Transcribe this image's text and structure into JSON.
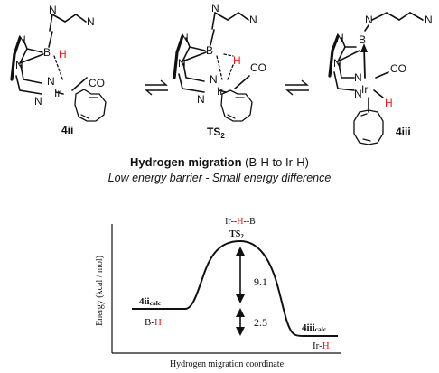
{
  "molecules": [
    {
      "id": "4ii",
      "atoms": {
        "n1": "N",
        "n2": "N",
        "n3": "N",
        "b": "B",
        "h": "H",
        "n4": "N",
        "n5": "N",
        "ir": "Ir",
        "co": "CO",
        "n6": "N"
      },
      "label": "4ii"
    },
    {
      "id": "TS2",
      "atoms": {
        "n1": "N",
        "n2": "N",
        "n3": "N",
        "b": "B",
        "h": "H",
        "n4": "N",
        "n5": "N",
        "ir": "Ir",
        "co": "CO",
        "n6": "N"
      },
      "label_main": "TS",
      "label_sub": "2"
    },
    {
      "id": "4iii",
      "atoms": {
        "n1": "N",
        "n2": "N",
        "n3": "N",
        "b": "B",
        "h": "H",
        "n4": "N",
        "n5": "N",
        "ir": "Ir",
        "co": "CO",
        "n6": "N"
      },
      "label": "4iii"
    }
  ],
  "caption": {
    "title_bold": "Hydrogen migration",
    "title_rest": " (B-H to Ir-H)",
    "subtitle": "Low energy barrier - Small energy difference"
  },
  "energy_diagram": {
    "y_axis_label": "Energy (kcal / mol)",
    "x_axis_label": "Hydrogen migration coordinate",
    "ts_top_left": "Ir--",
    "ts_top_h": "H",
    "ts_top_right": "--B",
    "ts_label": "TS",
    "ts_label_sub": "2",
    "left_state_main": "4ii",
    "left_state_sub": "calc",
    "left_bond_b": "B-",
    "left_bond_h": "H",
    "right_state_main": "4iii",
    "right_state_sub": "calc",
    "right_bond_ir": "Ir-",
    "right_bond_h": "H",
    "barrier_value": "9.1",
    "difference_value": "2.5",
    "levels_kcal": {
      "4ii": 0.0,
      "TS2": 9.1,
      "4iii": -2.5
    }
  }
}
